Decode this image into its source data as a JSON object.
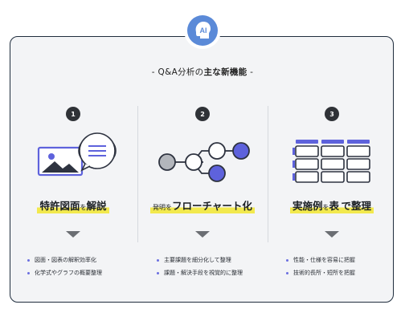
{
  "badge": {
    "label": "AI",
    "color": "#5b8ad8"
  },
  "heading": {
    "prefix": "- Q&A分析の",
    "emph": "主な新機能",
    "suffix": " -"
  },
  "features": [
    {
      "number": "1",
      "title_a": "特許図面",
      "title_b": "を",
      "title_c": "解説",
      "title_d": "",
      "bullets": [
        "図面・図表の解釈効率化",
        "化学式やグラフの概要整理"
      ]
    },
    {
      "number": "2",
      "title_a": "発明",
      "title_b": "を",
      "title_c": "フローチャート化",
      "title_d": "",
      "bullets": [
        "主要課題を細分化して整理",
        "課題・解決手段を視覚的に整理"
      ]
    },
    {
      "number": "3",
      "title_a": "実施例",
      "title_b": "を",
      "title_c": "表",
      "title_d": "で整理",
      "bullets": [
        "性能・仕様を容易に把握",
        "技術的長所・短所を把握"
      ]
    }
  ],
  "colors": {
    "accent": "#6a6ee0",
    "highlight": "#f2e94e",
    "border": "#1f2d3d"
  }
}
